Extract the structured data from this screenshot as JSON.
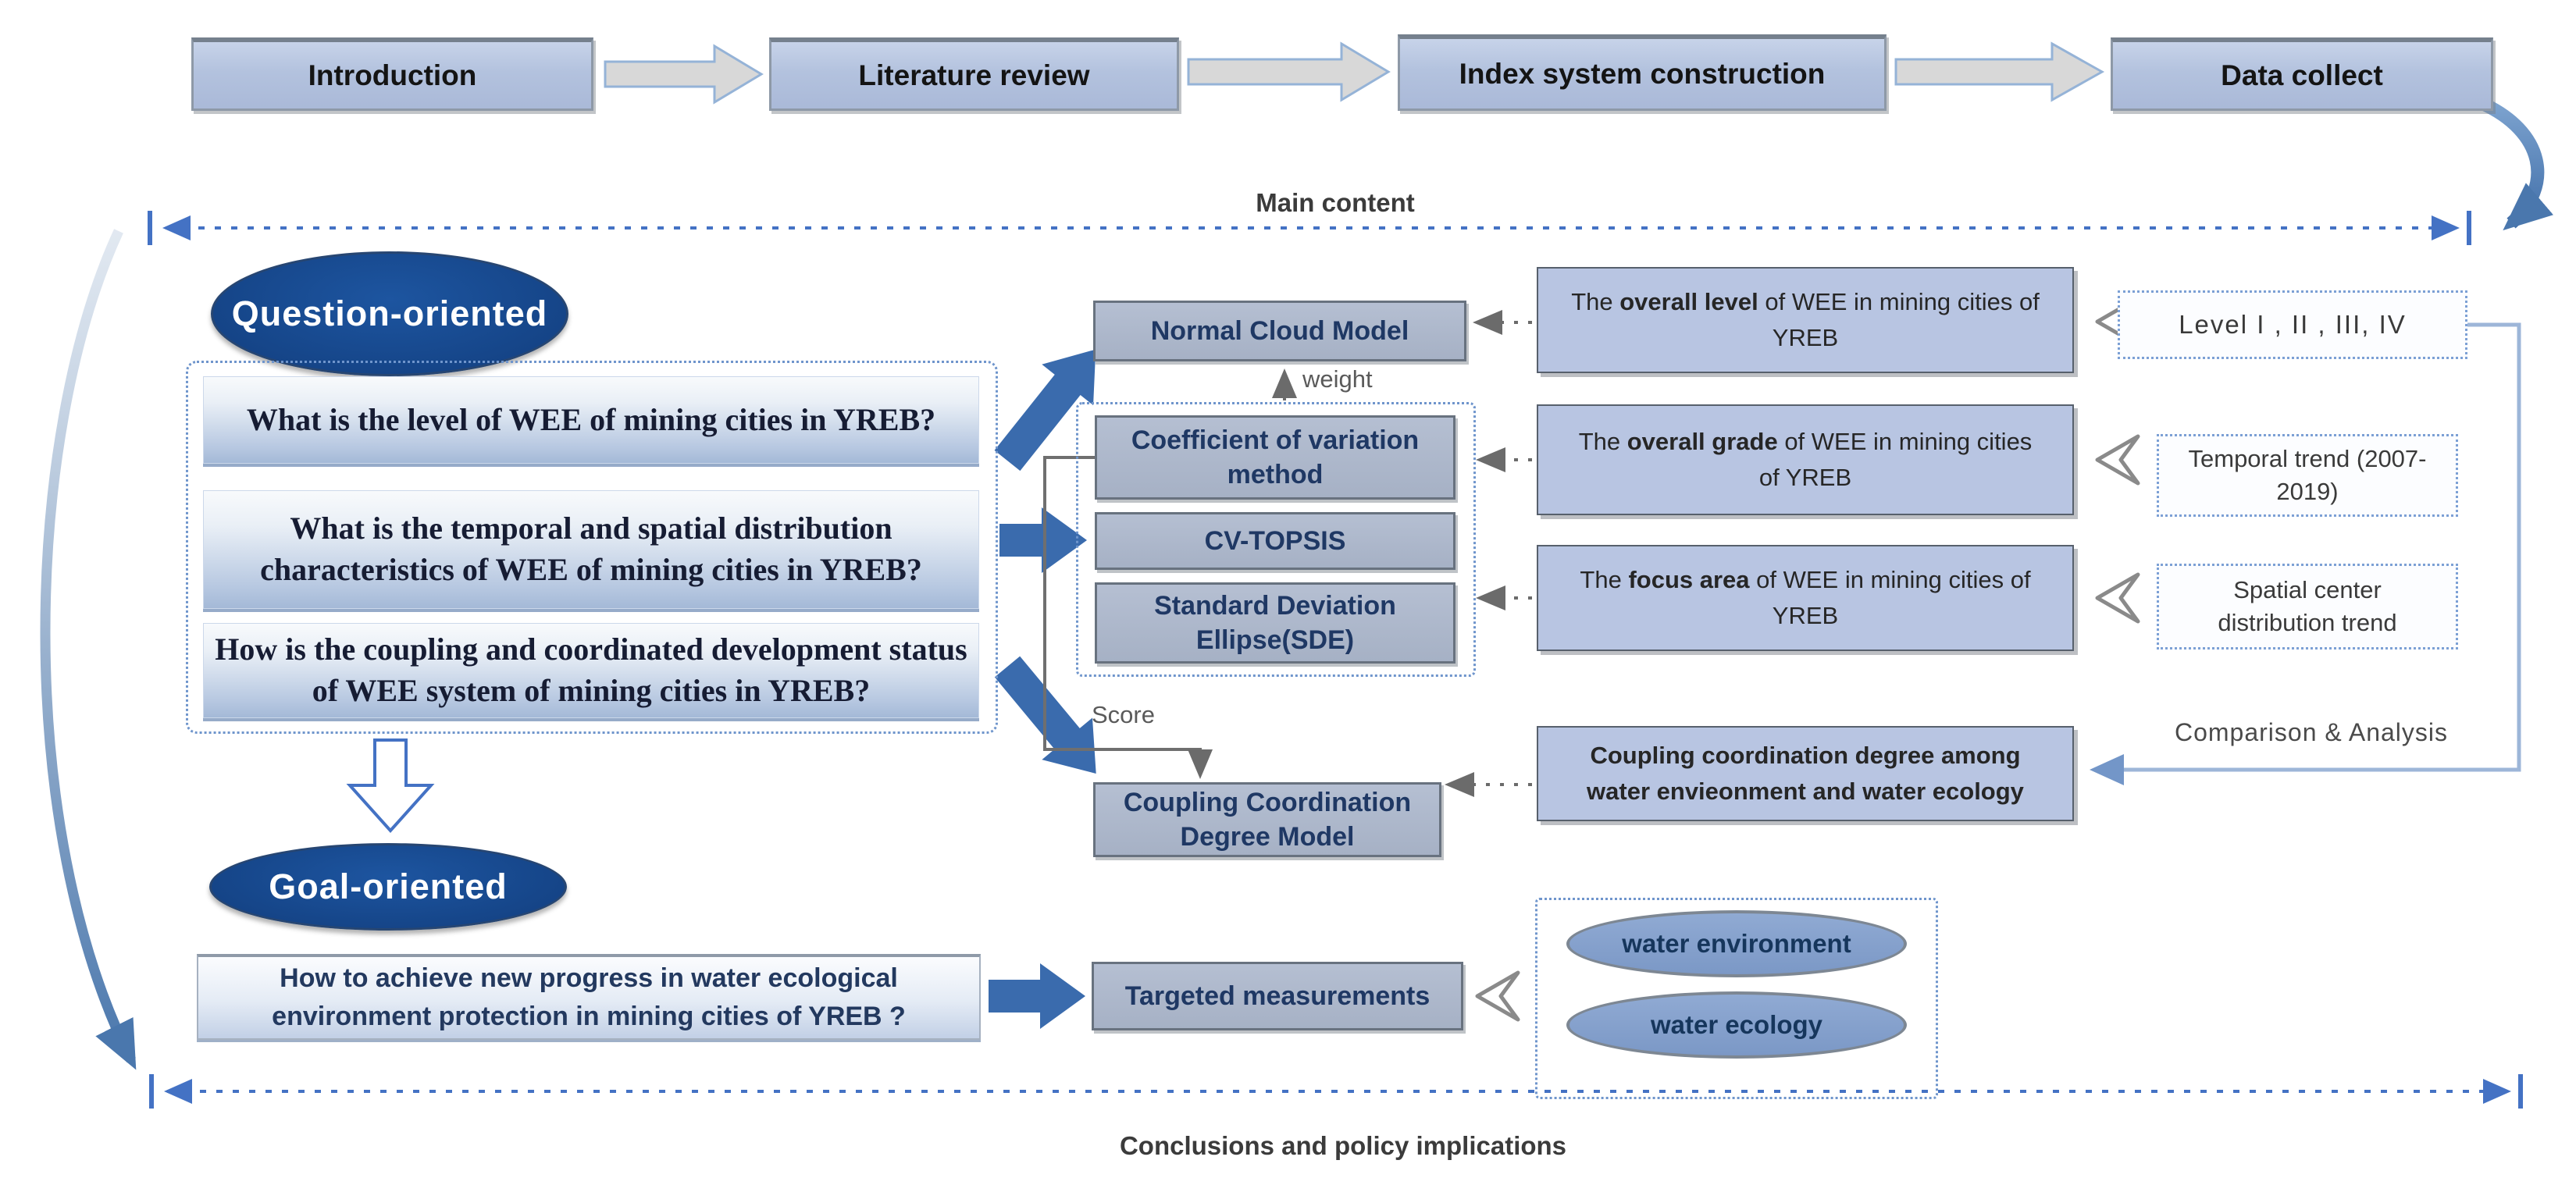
{
  "colors": {
    "accent_blue": "#3a6bad",
    "dashed_blue": "#4472c4",
    "result_fill": "#b8c5e2",
    "method_fill": "#a9b4c8",
    "badge_navy": "#174a8c",
    "flow_arrow_gray": "#d8d8d8",
    "steel_arrow": "#4a77ad"
  },
  "top_flow": {
    "steps": [
      "Introduction",
      "Literature review",
      "Index system construction",
      "Data collect"
    ]
  },
  "spans": {
    "main_content": "Main content",
    "conclusions": "Conclusions and policy implications"
  },
  "question_section": {
    "badge": "Question-oriented",
    "questions": [
      "What is the level of WEE of mining cities in YREB?",
      "What is the temporal and spatial distribution characteristics of WEE of mining cities in YREB?",
      "How is the coupling and coordinated development status of WEE system of mining cities in YREB?"
    ]
  },
  "goal_section": {
    "badge": "Goal-oriented",
    "question": "How to achieve new progress in water ecological environment protection in mining cities of YREB ?"
  },
  "methods": {
    "normal_cloud": "Normal Cloud Model",
    "weight": "weight",
    "cov": "Coefficient of variation method",
    "cv_topsis": "CV-TOPSIS",
    "sde": "Standard Deviation Ellipse(SDE)",
    "score": "Score",
    "ccdm": "Coupling Coordination Degree Model",
    "targeted": "Targeted measurements"
  },
  "results": {
    "level": {
      "pre": "The ",
      "bold": "overall level",
      "post": " of WEE in mining cities of YREB"
    },
    "grade": {
      "pre": "The ",
      "bold": "overall grade",
      "post": " of WEE in mining cities of YREB"
    },
    "focus": {
      "pre": "The ",
      "bold": "focus area",
      "post": " of WEE in mining cities of YREB"
    },
    "coupling": "Coupling coordination degree among water envieonment and water ecology"
  },
  "annotations": {
    "level_scale": "Level I , II , III, IV",
    "temporal": "Temporal trend (2007-2019)",
    "spatial": "Spatial center distribution trend",
    "comparison": "Comparison & Analysis"
  },
  "subsystems": {
    "items": [
      "water environment",
      "water ecology"
    ]
  }
}
